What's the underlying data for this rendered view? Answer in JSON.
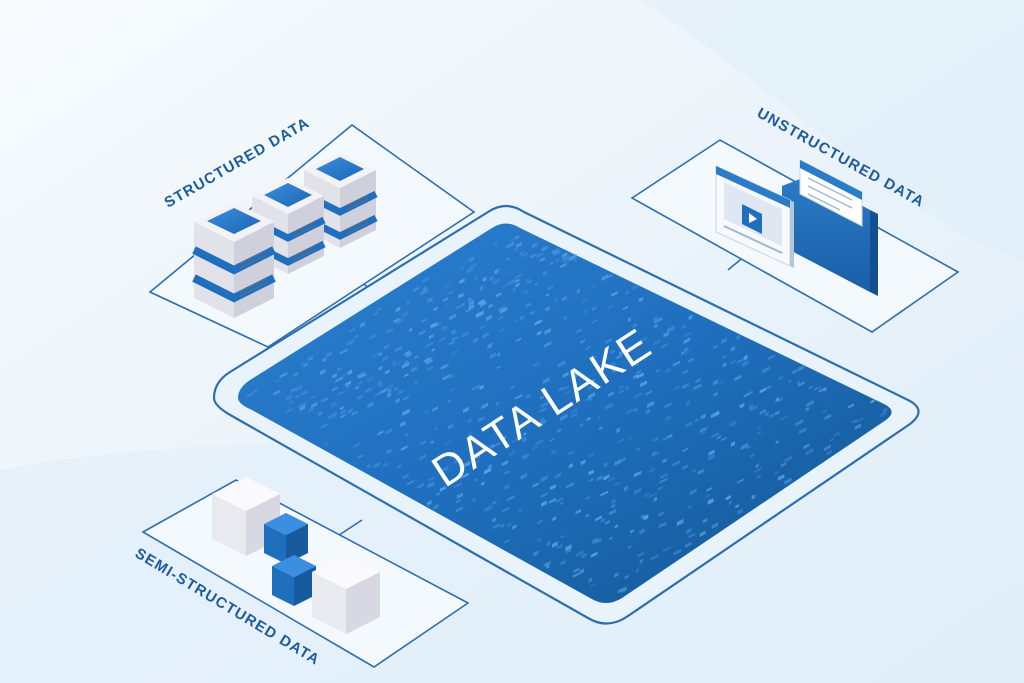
{
  "diagram": {
    "center_label": "DATA LAKE",
    "labels": {
      "structured": "STRUCTURED DATA",
      "unstructured": "UNSTRUCTURED DATA",
      "semi_structured": "SEMI-STRUCTURED DATA"
    }
  },
  "colors": {
    "lake_blue": "#1f6fbe",
    "lake_deep": "#15579a",
    "accent_blue": "#2a7bc8",
    "outline_blue": "#2c6fb0",
    "label_blue": "#1d5c9c",
    "background": "#eef5fb",
    "cube_light": "#eeeef3"
  },
  "icons": {
    "structured": "server-stack-icon",
    "unstructured": "video-document-icon",
    "semi_structured": "cube-stack-icon"
  }
}
